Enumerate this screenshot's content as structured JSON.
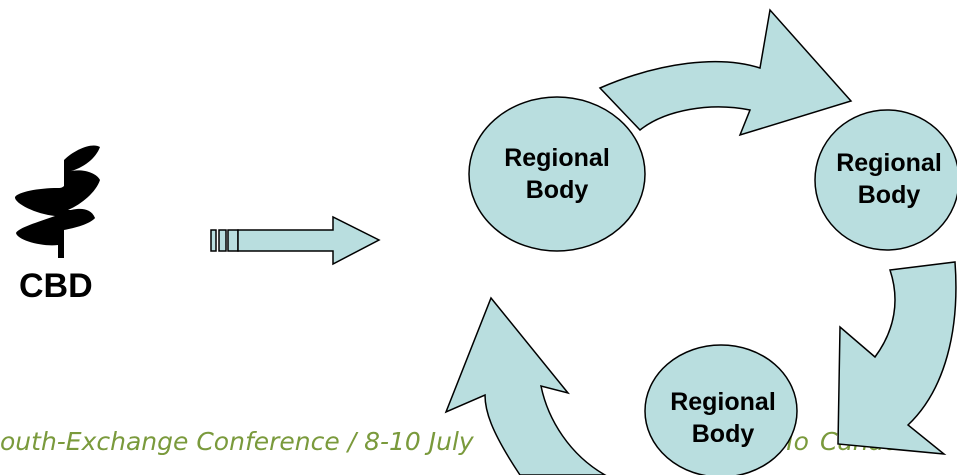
{
  "logo": {
    "text": "CBD",
    "icon": "cbd-leaf-logo"
  },
  "colors": {
    "shape_fill": "#b9dedf",
    "stroke": "#000000",
    "footer": "#7a9a3c"
  },
  "nodes": [
    {
      "line1": "Regional",
      "line2": "Body"
    },
    {
      "line1": "Regional",
      "line2": "Body"
    },
    {
      "line1": "Regional",
      "line2": "Body"
    }
  ],
  "footer": {
    "left": "outh-Exchange Conference / 8-10 July",
    "mid": "Mo",
    "right": "Canada"
  }
}
